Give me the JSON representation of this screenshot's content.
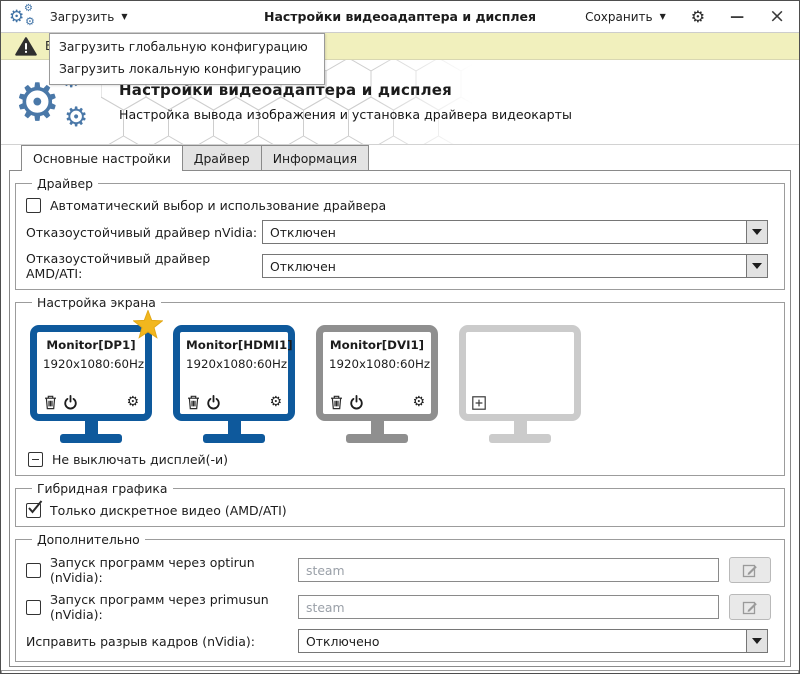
{
  "window": {
    "title": "Настройки видеоадаптера и дисплея"
  },
  "menubar": {
    "load_label": "Загрузить",
    "save_label": "Сохранить"
  },
  "load_menu": {
    "items": [
      "Загрузить глобальную конфигурацию",
      "Загрузить локальную конфигурацию"
    ]
  },
  "warning": {
    "visible_text": "В"
  },
  "header": {
    "title": "Настройки видеоадаптера и дисплея",
    "subtitle": "Настройка вывода изображения и установка драйвера видеокарты"
  },
  "tabs": [
    {
      "label": "Основные настройки",
      "active": true
    },
    {
      "label": "Драйвер",
      "active": false
    },
    {
      "label": "Информация",
      "active": false
    }
  ],
  "driver_group": {
    "legend": "Драйвер",
    "auto_driver_label": "Автоматический выбор и использование драйвера",
    "auto_driver_checked": false,
    "nvidia_failsafe_label": "Отказоустойчивый драйвер nVidia:",
    "nvidia_failsafe_value": "Отключен",
    "amd_failsafe_label": "Отказоустойчивый драйвер AMD/ATI:",
    "amd_failsafe_value": "Отключен"
  },
  "screen_group": {
    "legend": "Настройка экрана",
    "monitors": [
      {
        "name": "Monitor[DP1]",
        "resolution": "1920x1080:60Hz",
        "primary": true,
        "state": "active",
        "actions": [
          "delete",
          "power",
          "settings"
        ]
      },
      {
        "name": "Monitor[HDMI1]",
        "resolution": "1920x1080:60Hz",
        "primary": false,
        "state": "active",
        "actions": [
          "delete",
          "power",
          "settings"
        ]
      },
      {
        "name": "Monitor[DVI1]",
        "resolution": "1920x1080:60Hz",
        "primary": false,
        "state": "inactive",
        "actions": [
          "delete",
          "power",
          "settings"
        ]
      },
      {
        "name": "",
        "resolution": "",
        "primary": false,
        "state": "empty",
        "actions": [
          "add"
        ]
      }
    ],
    "keep_on_label": "Не выключать дисплей(-и)",
    "keep_on_state": "mixed"
  },
  "hybrid_group": {
    "legend": "Гибридная графика",
    "discrete_only_label": "Только дискретное видео (AMD/ATI)",
    "discrete_only_checked": true
  },
  "extra_group": {
    "legend": "Дополнительно",
    "optirun_label": "Запуск программ через optirun (nVidia):",
    "optirun_checked": false,
    "optirun_placeholder": "steam",
    "optirun_value": "",
    "primusun_label": "Запуск программ через primusun (nVidia):",
    "primusun_checked": false,
    "primusun_placeholder": "steam",
    "primusun_value": "",
    "tearing_label": "Исправить разрыв кадров (nVidia):",
    "tearing_value": "Отключено"
  },
  "icons": {
    "caret_down": "▼",
    "gear": "⚙",
    "minimize": "—",
    "close": "×"
  },
  "colors": {
    "monitor_active_blue": "#0e599c",
    "monitor_inactive_gray": "#8f8f8f",
    "monitor_empty_gray": "#cbcbcb",
    "primary_star_gold": "#f2b71e",
    "warning_bar_bg": "#f1f0bd",
    "app_gear_blue": "#3f72a6",
    "header_gear_blue": "#4a78a8"
  }
}
